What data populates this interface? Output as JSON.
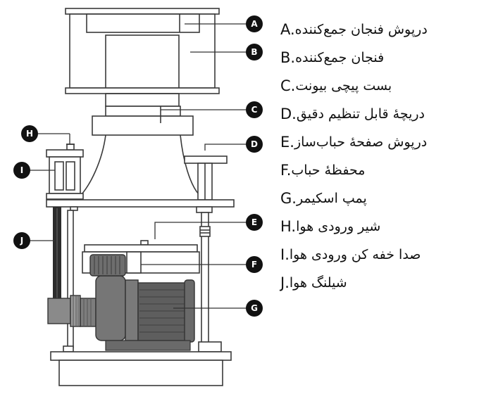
{
  "legend": [
    {
      "letter": "A.",
      "name": "درپوش فنجان جمع‌کننده"
    },
    {
      "letter": "B.",
      "name": "فنجان جمع‌کننده"
    },
    {
      "letter": "C.",
      "name": "بست پیچی بیونت"
    },
    {
      "letter": "D.",
      "name": "دریچهٔ قابل تنظیم دقیق"
    },
    {
      "letter": "E.",
      "name": "درپوش صفحهٔ حباب‌ساز"
    },
    {
      "letter": "F.",
      "name": "محفظهٔ حباب"
    },
    {
      "letter": "G.",
      "name": "پمپ اسکیمر"
    },
    {
      "letter": "H.",
      "name": "شیر ورودی هوا"
    },
    {
      "letter": "I.",
      "name": "صدا خفه کن ورودی هوا"
    },
    {
      "letter": "J.",
      "name": "شیلنگ هوا"
    }
  ],
  "callouts": {
    "a": "A",
    "b": "B",
    "c": "C",
    "d": "D",
    "e": "E",
    "f": "F",
    "g": "G",
    "h": "H",
    "i": "I",
    "j": "J"
  }
}
